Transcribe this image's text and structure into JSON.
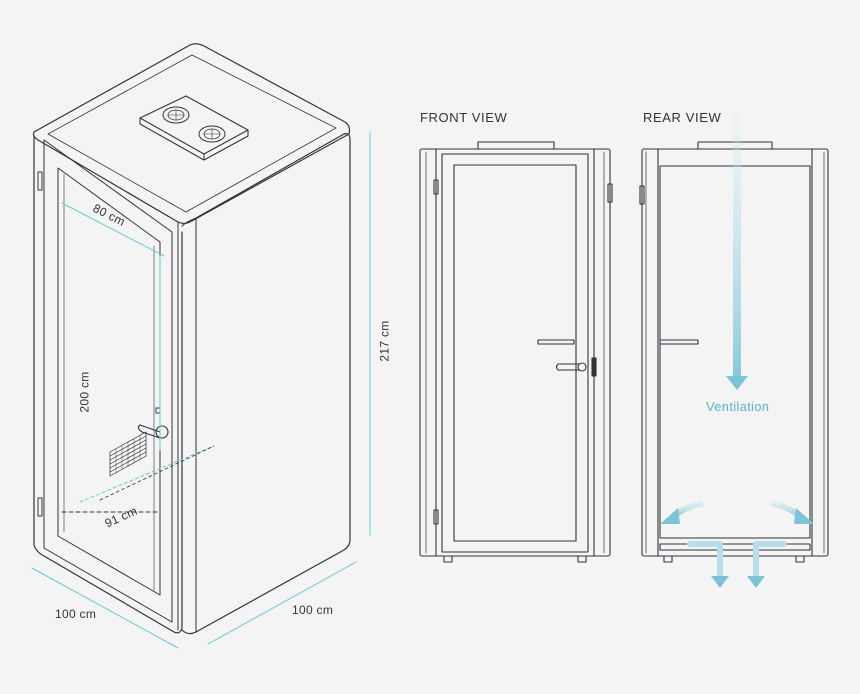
{
  "labels": {
    "front_view": "FRONT VIEW",
    "rear_view": "REAR VIEW",
    "ventilation": "Ventilation",
    "dim_80": "80 cm",
    "dim_200": "200 cm",
    "dim_91": "91 cm",
    "dim_217": "217 cm",
    "dim_100_left": "100 cm",
    "dim_100_right": "100 cm"
  },
  "colors": {
    "background": "#f4f4f4",
    "line": "#2f353a",
    "dimension": "#6cc6d8",
    "airflow": "#5fb3c8"
  }
}
